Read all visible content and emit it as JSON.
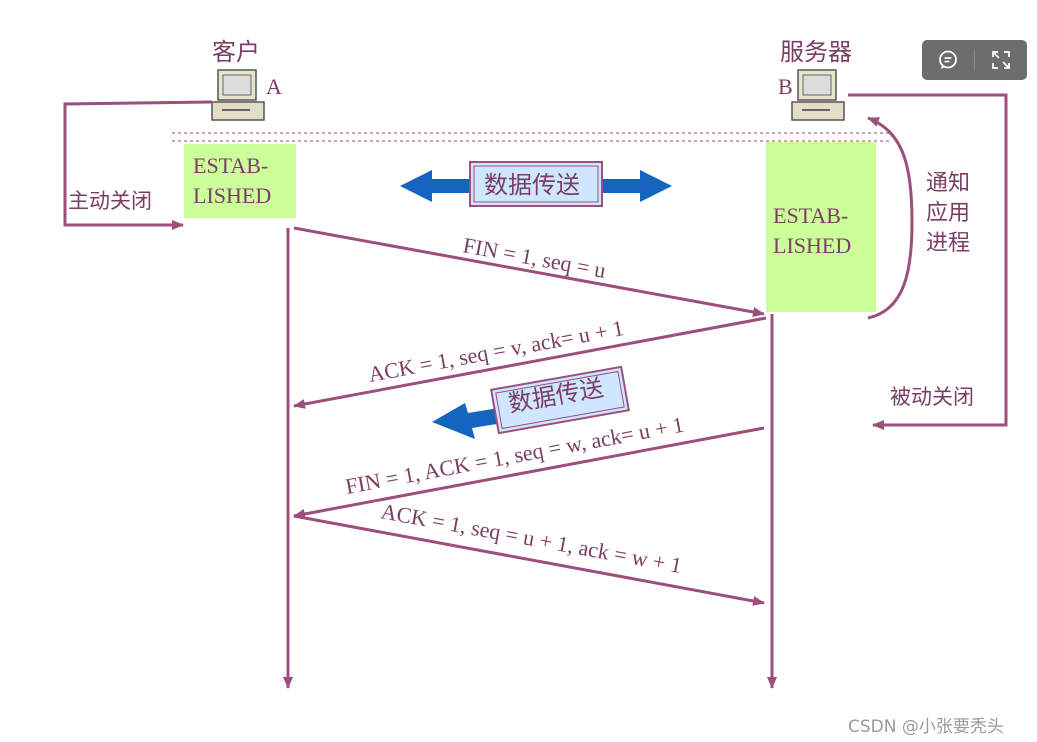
{
  "client": {
    "label": "客户",
    "letter": "A",
    "state_line1": "ESTAB-",
    "state_line2": "LISHED",
    "close_label": "主动关闭"
  },
  "server": {
    "label": "服务器",
    "letter": "B",
    "state_line1": "ESTAB-",
    "state_line2": "LISHED",
    "notify_lines": [
      "通知",
      "应用",
      "进程"
    ],
    "close_label": "被动关闭"
  },
  "data_transfer_top": "数据传送",
  "data_transfer_mid": "数据传送",
  "messages": [
    "FIN = 1, seq = u",
    "ACK = 1, seq = v, ack= u + 1",
    "FIN = 1, ACK = 1, seq = w, ack= u + 1",
    "ACK = 1, seq = u + 1, ack = w + 1"
  ],
  "toolbar": {
    "comment_icon": "comment-icon",
    "expand_icon": "expand-icon"
  },
  "watermark": "CSDN @小张要秃头",
  "colors": {
    "line": "#9c4f7c",
    "state_box": "#ccff99",
    "blue_arrow": "#1565c0",
    "label_box": "#cfe6ff"
  }
}
